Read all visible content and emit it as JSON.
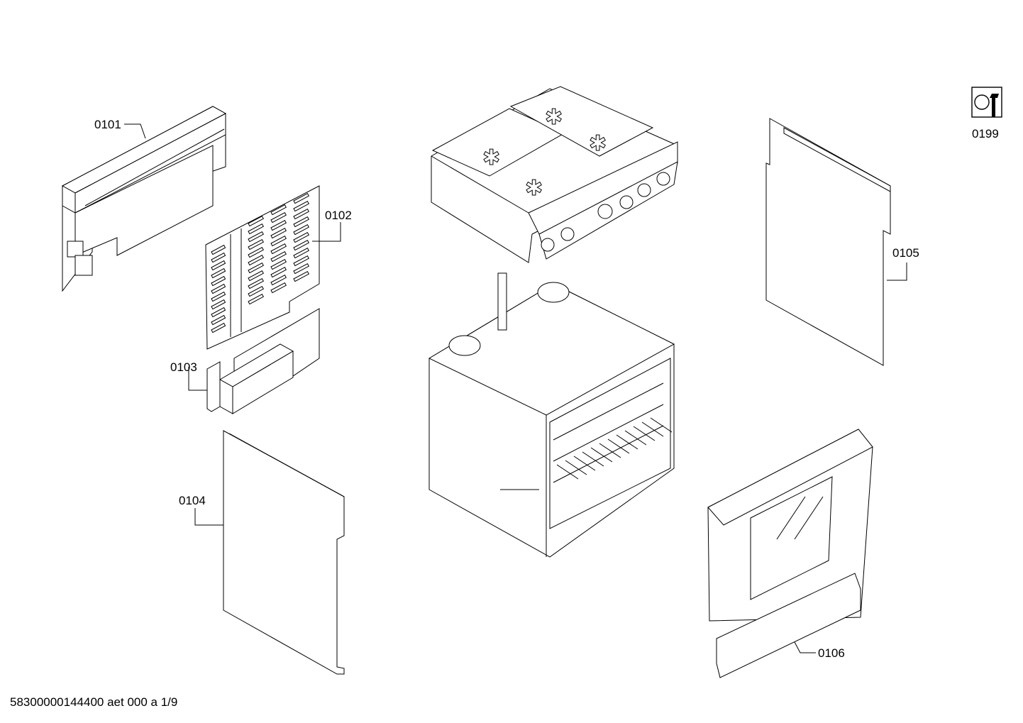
{
  "parts": [
    {
      "id": "0101"
    },
    {
      "id": "0102"
    },
    {
      "id": "0103"
    },
    {
      "id": "0104"
    },
    {
      "id": "0105"
    },
    {
      "id": "0106"
    },
    {
      "id": "0199"
    }
  ],
  "footer": "58300000144400 aet 000 a 1/9",
  "tool_icon": "wrench-service-icon"
}
